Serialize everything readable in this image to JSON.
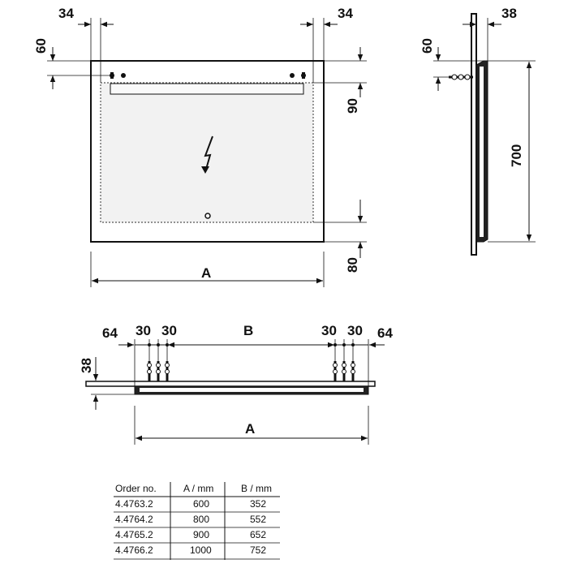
{
  "front_view": {
    "dim_left_offset": "34",
    "dim_right_offset": "34",
    "dim_top_offset": "60",
    "dim_light_strip": "90",
    "dim_bottom": "80",
    "dim_width": "A"
  },
  "side_view": {
    "dim_depth": "38",
    "dim_top_offset": "60",
    "dim_height": "700"
  },
  "top_view": {
    "dim_left_edge": "64",
    "dim_left_spacing_1": "30",
    "dim_left_spacing_2": "30",
    "dim_between": "B",
    "dim_right_spacing_1": "30",
    "dim_right_spacing_2": "30",
    "dim_right_edge": "64",
    "dim_depth": "38",
    "dim_width": "A"
  },
  "table": {
    "headers": [
      "Order no.",
      "A / mm",
      "B / mm"
    ],
    "rows": [
      [
        "4.4763.2",
        "600",
        "352"
      ],
      [
        "4.4764.2",
        "800",
        "552"
      ],
      [
        "4.4765.2",
        "900",
        "652"
      ],
      [
        "4.4766.2",
        "1000",
        "752"
      ]
    ]
  },
  "icons": {
    "power": "lightning-bolt-icon"
  }
}
